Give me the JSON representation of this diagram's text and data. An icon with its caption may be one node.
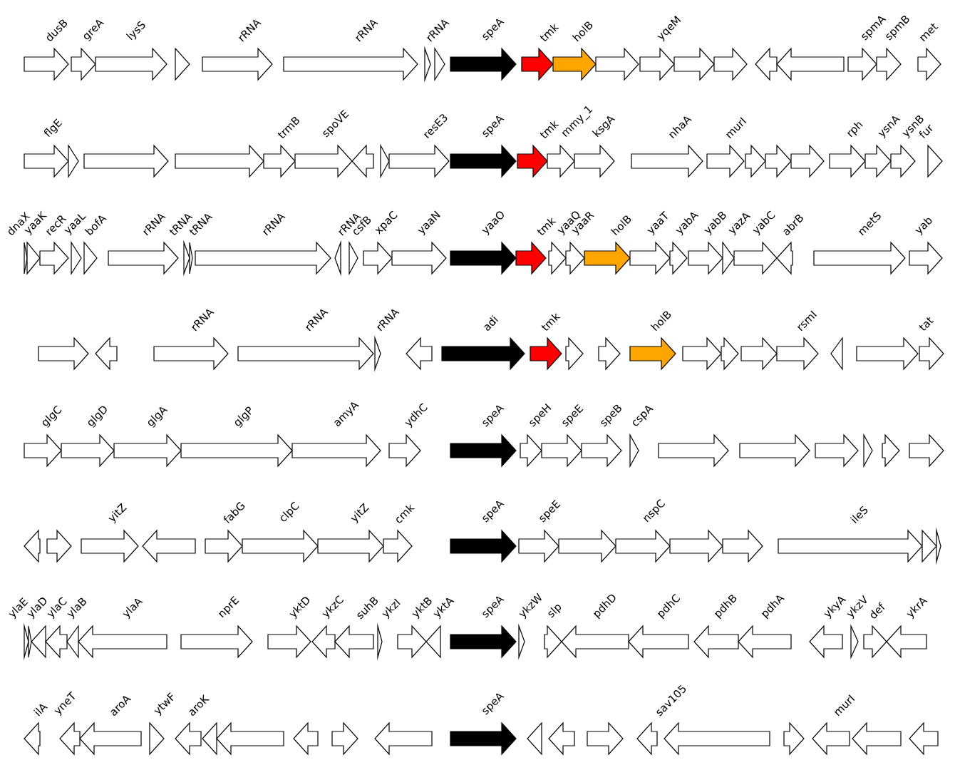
{
  "diagram": {
    "labels": [
      "dusB",
      "greA",
      "lysS",
      "rRNA",
      "rRNA",
      "rRNA",
      "speA",
      "tmk",
      "holB",
      "yqeM",
      "spmA",
      "spmB",
      "met",
      "flgE",
      "trmB",
      "spoVE",
      "resE3",
      "speA",
      "tmk",
      "mmy_1",
      "ksgA",
      "nhaA",
      "murI",
      "rph",
      "ysnA",
      "ysnB",
      "fur",
      "dnaX",
      "yaaK",
      "recR",
      "yaaL",
      "bofA",
      "rRNA",
      "tRNA",
      "tRNA",
      "rRNA",
      "rRNA",
      "csfB",
      "xpaC",
      "yaaN",
      "yaaO",
      "tmk",
      "yaaQ",
      "yaaR",
      "holB",
      "yaaT",
      "yabA",
      "yabB",
      "yazA",
      "yabC",
      "abrB",
      "metS",
      "yab",
      "rRNA",
      "rRNA",
      "rRNA",
      "adi",
      "tmk",
      "holB",
      "rsmI",
      "tat",
      "glgC",
      "glgD",
      "glgA",
      "glgP",
      "amyA",
      "ydhC",
      "speA",
      "speH",
      "speE",
      "speB",
      "cspA",
      "yitZ",
      "fabG",
      "clpC",
      "yitZ",
      "cmk",
      "speA",
      "speE",
      "nspC",
      "ileS",
      "ylaE",
      "ylaD",
      "ylaC",
      "ylaB",
      "ylaA",
      "nprE",
      "yktD",
      "ykzC",
      "suhB",
      "ykzI",
      "yktB",
      "yktA",
      "speA",
      "ykzW",
      "slp",
      "pdhD",
      "pdhC",
      "pdhB",
      "pdhA",
      "ykyA",
      "ykzV",
      "def",
      "ykrA",
      "ilA",
      "yneT",
      "aroA",
      "ytwF",
      "aroK",
      "speA",
      "sav105",
      "murI"
    ]
  }
}
